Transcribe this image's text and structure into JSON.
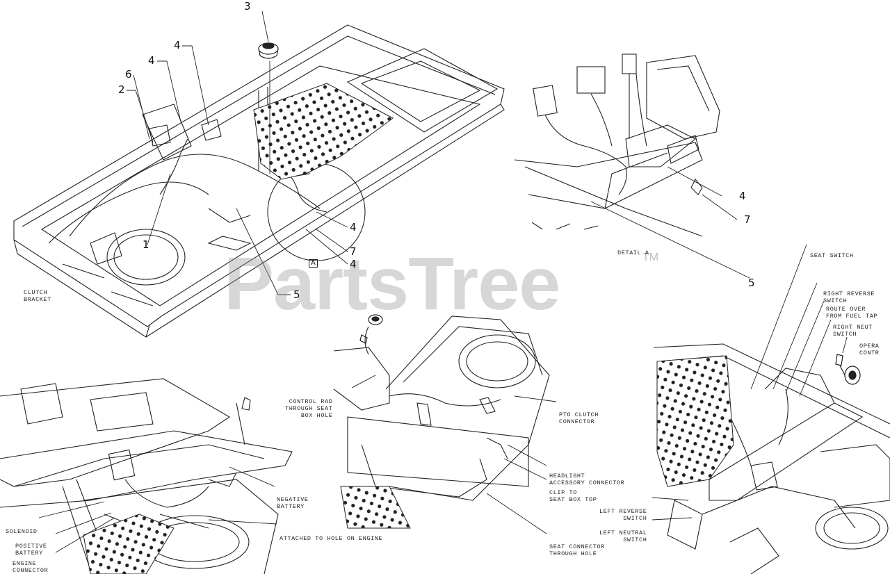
{
  "watermark": {
    "brand": "PartsTree",
    "mark": "TM"
  },
  "callouts": {
    "c1": "1",
    "c2": "2",
    "c3": "3",
    "c4a": "4",
    "c4b": "4",
    "c4c": "4",
    "c4d": "4",
    "c4e": "4",
    "c5a": "5",
    "c5b": "5",
    "c6": "6",
    "c7a": "7",
    "c7b": "7",
    "detail_a": "A"
  },
  "notes": {
    "clutch_bracket": [
      "CLUTCH",
      "BRACKET"
    ],
    "detail_a": [
      "DETAIL A"
    ],
    "seat_switch": [
      "SEAT SWITCH"
    ],
    "right_reverse": [
      "RIGHT REVERSE",
      "SWITCH"
    ],
    "route_over": [
      "ROUTE OVER",
      "FROM FUEL TAP"
    ],
    "right_neut": [
      "RIGHT NEUT",
      "SWITCH"
    ],
    "operator_contr": [
      "OPERA",
      "CONTR"
    ],
    "control_rad": [
      "CONTROL RAD",
      "THROUGH SEAT",
      "BOX HOLE"
    ],
    "pto_clutch": [
      "PTO CLUTCH",
      "CONNECTOR"
    ],
    "headlight": [
      "HEADLIGHT",
      "ACCESSORY CONNECTOR"
    ],
    "clip_to_seat_box": [
      "CLIP TO",
      "SEAT BOX TOP"
    ],
    "seat_connector": [
      "SEAT CONNECTOR",
      "THROUGH HOLE"
    ],
    "negative_battery": [
      "NEGATIVE",
      "BATTERY"
    ],
    "solenoid": [
      "SOLENOID"
    ],
    "positive_battery": [
      "POSITIVE",
      "BATTERY"
    ],
    "engine_connector": [
      "ENGINE",
      "CONNECTOR"
    ],
    "attached_hole": [
      "ATTACHED TO HOLE ON ENGINE"
    ],
    "left_reverse": [
      "LEFT REVERSE",
      "SWITCH"
    ],
    "left_neutral": [
      "LEFT NEUTRAL",
      "SWITCH"
    ]
  }
}
